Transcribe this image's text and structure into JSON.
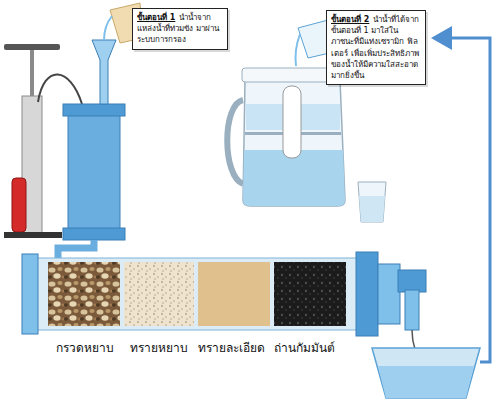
{
  "diagram": {
    "nodes": [
      {
        "text": [
          "ขั้นตอนที่ 1",
          "นำน้ำจากแหล่งน้ำที่ท่วมขัง มาผ่านระบบการกรอง"
        ]
      },
      {
        "text": [
          "ขั้นตอนที่ 2",
          "นำน้ำที่ได้จากขั้นตอนที่ 1 มาใส่ในภาชนะที่มีแท่งเซรามิก ฟิลเตอร์ เพื่อเพิ่มประสิทธิภาพของน้ำให้มีความใสสะอาดมากยิ่งขึ้น"
        ]
      }
    ],
    "labels": [
      "กรวดหยาบ",
      "ทรายหยาบ",
      "ทรายละเอียด",
      "ถ่านกัมมันต์"
    ]
  }
}
